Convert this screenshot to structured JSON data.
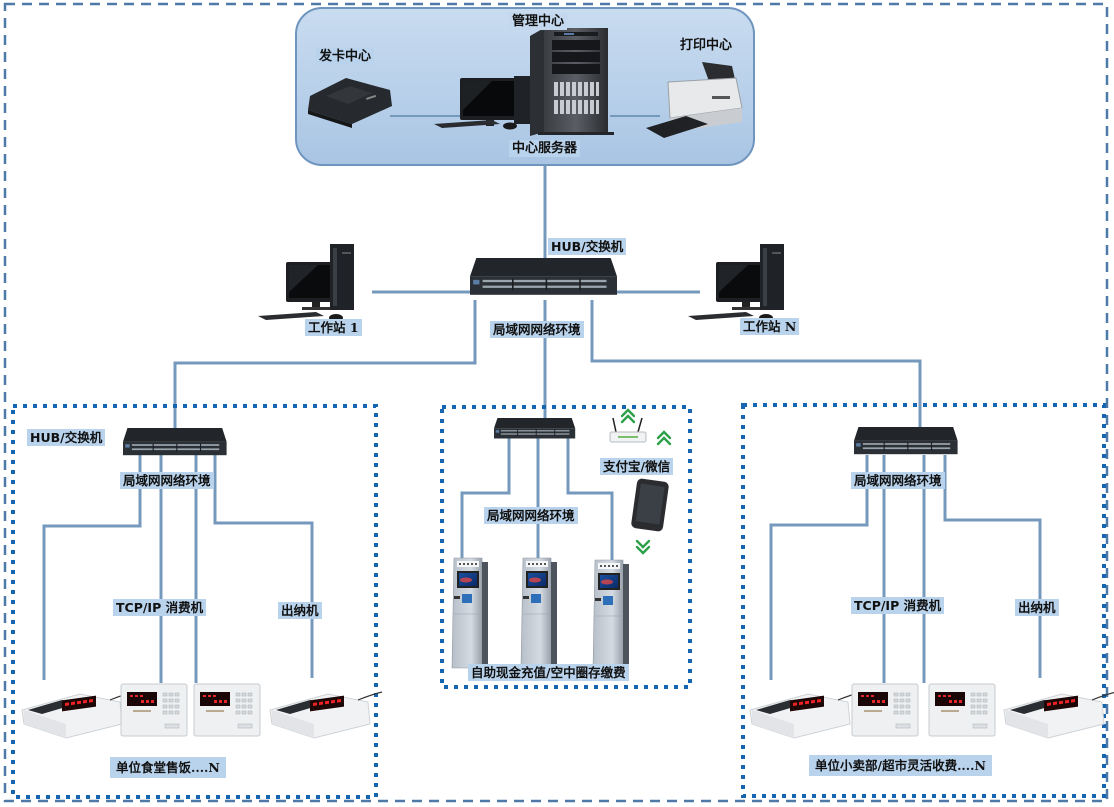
{
  "diagram": {
    "title": "一卡通消费系统网络拓扑图",
    "colors": {
      "outer_border": "#4f7aa8",
      "zone_border": "#1565b0",
      "link_line": "#7499bd",
      "center_panel_fill": "#b7cfe9",
      "center_panel_border": "#6f95bf",
      "label_bg": "#b9d3ec",
      "wifi_green": "#2ea04a"
    },
    "center": {
      "card_issuing": "发卡中心",
      "management": "管理中心",
      "printing": "打印中心",
      "server": "中心服务器"
    },
    "core": {
      "switch_label": "HUB/交换机",
      "lan_label": "局域网网络环境",
      "workstation_1": "工作站 1",
      "workstation_n": "工作站 N"
    },
    "zones": {
      "canteen": {
        "switch_label": "HUB/交换机",
        "lan_label": "局域网网络环境",
        "pos_label": "TCP/IP 消费机",
        "cashier_label": "出纳机",
        "caption": "单位食堂售饭....N",
        "terminals": [
          "desk-pos",
          "wall-pos",
          "wall-pos",
          "desk-pos"
        ]
      },
      "self_service": {
        "lan_label": "局域网网络环境",
        "mobile_pay_label": "支付宝/微信",
        "caption": "自助现金充值/空中圈存缴费",
        "kiosks": 3
      },
      "shop": {
        "lan_label": "局域网网络环境",
        "pos_label": "TCP/IP 消费机",
        "cashier_label": "出纳机",
        "caption": "单位小卖部/超市灵活收费....N",
        "terminals": [
          "desk-pos",
          "wall-pos",
          "wall-pos",
          "desk-pos"
        ]
      }
    }
  }
}
